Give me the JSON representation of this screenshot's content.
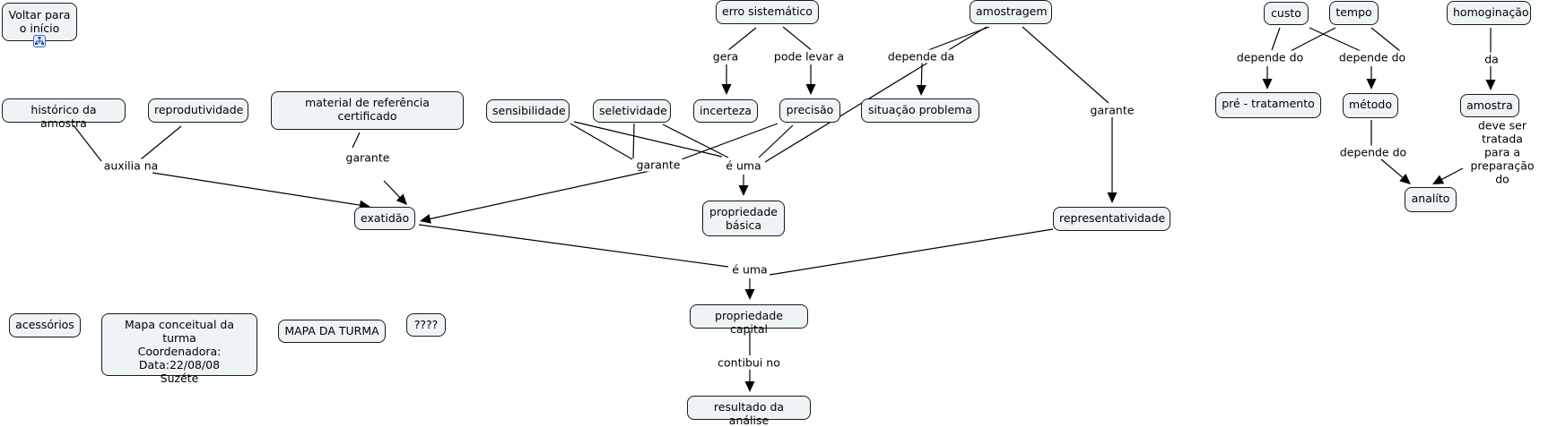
{
  "colors": {
    "node_fill": "#eef3f5",
    "node_border": "#1a1a1a",
    "line": "#000000",
    "icon": "#3b6fc4"
  },
  "concepts": {
    "voltar": "Voltar para\no início",
    "historico": "histórico da amostra",
    "reprodutividade": "reprodutividade",
    "material": "material de referência certificado",
    "sensibilidade": "sensibilidade",
    "seletividade": "seletividade",
    "incerteza": "incerteza",
    "precisao": "precisão",
    "situacao": "situação problema",
    "erro": "erro sistemático",
    "amostragem": "amostragem",
    "exatidao": "exatidão",
    "propriedade_basica": "propriedade\nbásica",
    "representatividade": "representatividade",
    "propriedade_capital": "propriedade capital",
    "resultado": "resultado da análise",
    "acessorios": "acessórios",
    "mapa_info": "Mapa conceitual da turma\nCoordenadora:\nData:22/08/08\nSuzéte",
    "mapa_turma": "MAPA DA TURMA",
    "interrogacao": "????",
    "custo": "custo",
    "tempo": "tempo",
    "homoginacao": "homoginação",
    "pre_tratamento": "pré - tratamento",
    "metodo": "método",
    "amostra": "amostra",
    "analito": "analíto"
  },
  "linking_phrases": {
    "auxilia_na": "auxilia na",
    "garante_material": "garante",
    "gera": "gera",
    "pode_levar_a": "pode levar a",
    "depende_da": "depende da",
    "garante_sel": "garante",
    "e_uma_basica": "é uma",
    "garante_amostragem": "garante",
    "e_uma_capital": "é uma",
    "contibui_no": "contibui no",
    "depende_do_pre": "depende do",
    "depende_do_metodo": "depende do",
    "da": "da",
    "depende_do_analito": "depende do",
    "deve_ser_tratada": "deve ser tratada para a\npreparação do"
  },
  "icons": {
    "voltar_link": "concept-map-link-icon"
  }
}
